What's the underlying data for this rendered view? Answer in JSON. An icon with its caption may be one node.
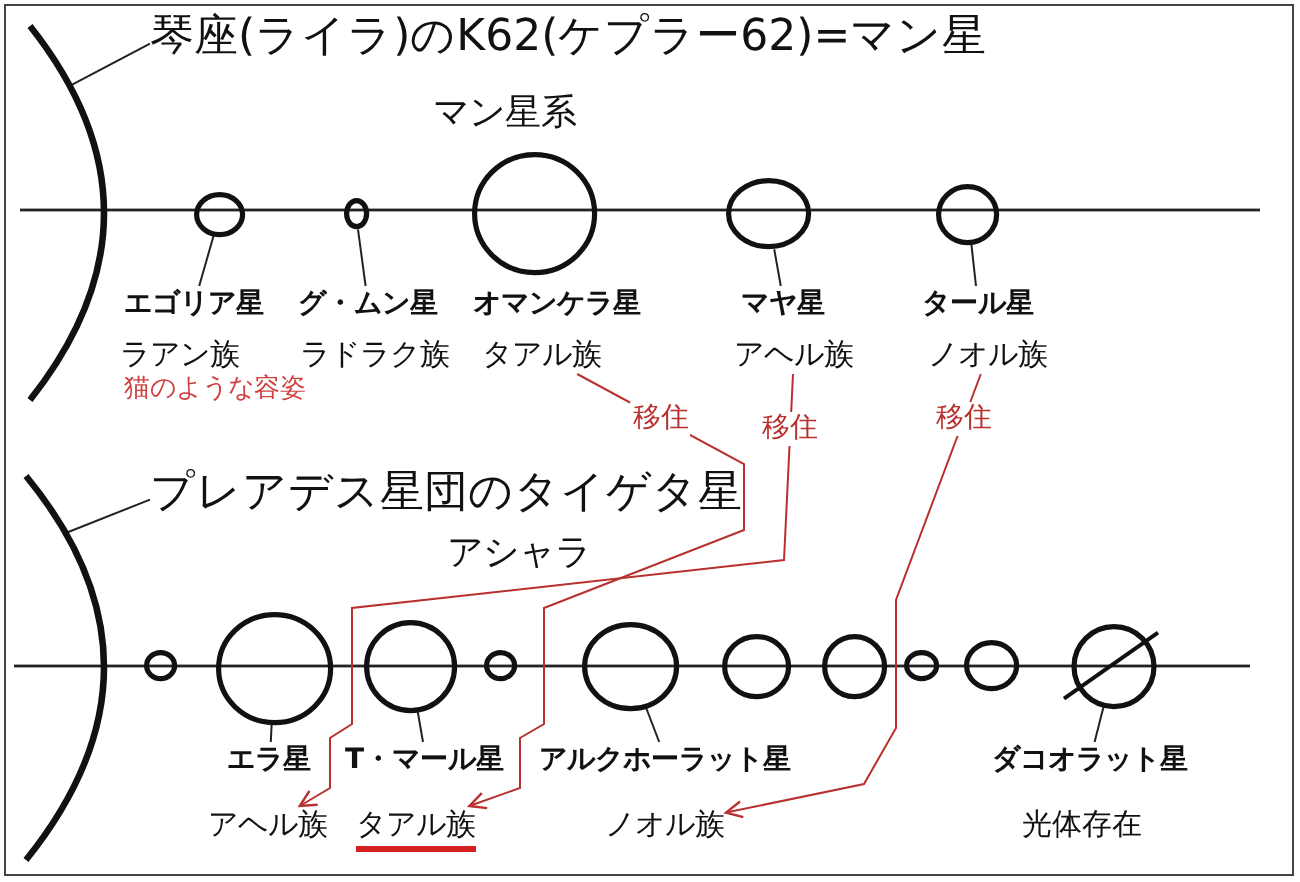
{
  "diagram": {
    "nodes": [
      {
        "text": [
          "琴座(ライラ)のK62(ケプラー62)=マン星"
        ]
      },
      {
        "text": [],
        "shape": "arc"
      },
      {
        "text": [],
        "shape": "circle"
      },
      {
        "text": [],
        "shape": "circle"
      },
      {
        "text": [],
        "shape": "circle"
      },
      {
        "text": [],
        "shape": "circle"
      },
      {
        "text": [],
        "shape": "circle"
      },
      {
        "text": [
          "エゴリア星"
        ]
      },
      {
        "text": [
          "グ・ムン星"
        ]
      },
      {
        "text": [
          "オマンケラ星"
        ]
      },
      {
        "text": [
          "マヤ星"
        ]
      },
      {
        "text": [
          "タール星"
        ]
      },
      {
        "text": [
          "ラアン族"
        ],
        "beside": [
          "猫のような容姿"
        ]
      },
      {
        "text": [
          "ラドラク族"
        ]
      },
      {
        "text": [
          "タアル族"
        ]
      },
      {
        "text": [
          "アヘル族"
        ]
      },
      {
        "text": [
          "ノオル族"
        ]
      },
      {
        "text": [
          "プレアデス星団のタイゲタ星"
        ]
      },
      {
        "text": [],
        "shape": "arc"
      },
      {
        "text": [],
        "shape": "circle"
      },
      {
        "text": [],
        "shape": "circle"
      },
      {
        "text": [],
        "shape": "circle"
      },
      {
        "text": [],
        "shape": "circle"
      },
      {
        "text": [],
        "shape": "circle"
      },
      {
        "text": [],
        "shape": "circle"
      },
      {
        "text": [],
        "shape": "circle"
      },
      {
        "text": [],
        "shape": "circle"
      },
      {
        "text": [],
        "shape": "circle"
      },
      {
        "text": [],
        "shape": "crossed-circle"
      },
      {
        "text": [
          "エラ星"
        ]
      },
      {
        "text": [
          "T・マール星"
        ]
      },
      {
        "text": [
          "アルクホーラット星"
        ]
      },
      {
        "text": [
          "ダコオラット星"
        ]
      },
      {
        "text": [
          "アヘル族"
        ]
      },
      {
        "text": [
          "タアル族"
        ]
      },
      {
        "text": [
          "ノオル族"
        ]
      },
      {
        "text": [
          "光体存在"
        ]
      }
    ],
    "edges": [
      {
        "from": 0,
        "to": 1,
        "arrow": "none"
      },
      {
        "from": 7,
        "to": 2,
        "arrow": "none"
      },
      {
        "from": 8,
        "to": 3,
        "arrow": "none"
      },
      {
        "from": 10,
        "to": 5,
        "arrow": "none"
      },
      {
        "from": 11,
        "to": 6,
        "arrow": "none"
      },
      {
        "from": 14,
        "to": 34,
        "arrow": "to",
        "label": "移住",
        "color": "#b8312f"
      },
      {
        "from": 15,
        "to": 33,
        "arrow": "to",
        "label": "移住",
        "color": "#b8312f"
      },
      {
        "from": 16,
        "to": 35,
        "arrow": "to",
        "label": "移住",
        "color": "#b8312f"
      },
      {
        "from": 17,
        "to": 18,
        "arrow": "none"
      },
      {
        "from": 29,
        "to": 20,
        "arrow": "none"
      },
      {
        "from": 30,
        "to": 21,
        "arrow": "none"
      },
      {
        "from": 31,
        "to": 23,
        "arrow": "none"
      },
      {
        "from": 32,
        "to": 28,
        "arrow": "none"
      }
    ],
    "labels": [
      "マン星系",
      "アシャラ"
    ]
  }
}
